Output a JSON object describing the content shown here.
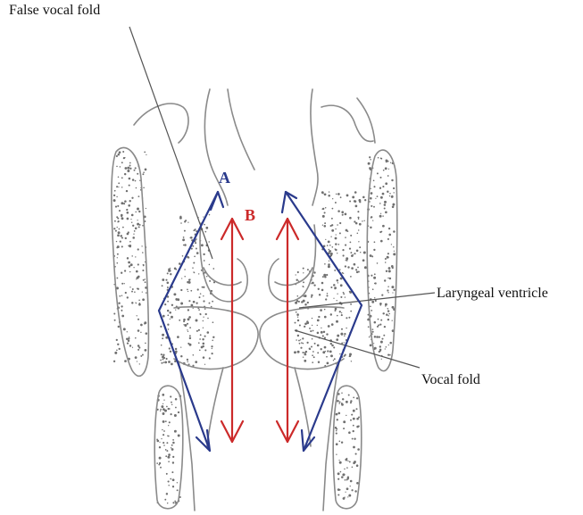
{
  "labels": {
    "false_vocal_fold": "False vocal fold",
    "laryngeal_ventricle": "Laryngeal ventricle",
    "vocal_fold": "Vocal fold"
  },
  "markers": {
    "a": "A",
    "b": "B"
  },
  "colors": {
    "arrow_a": "#2a3a8c",
    "arrow_b": "#cc2a2a",
    "anatomy_line": "#8a8a8a",
    "leader_line": "#555555",
    "stipple": "#6f6f6f"
  }
}
